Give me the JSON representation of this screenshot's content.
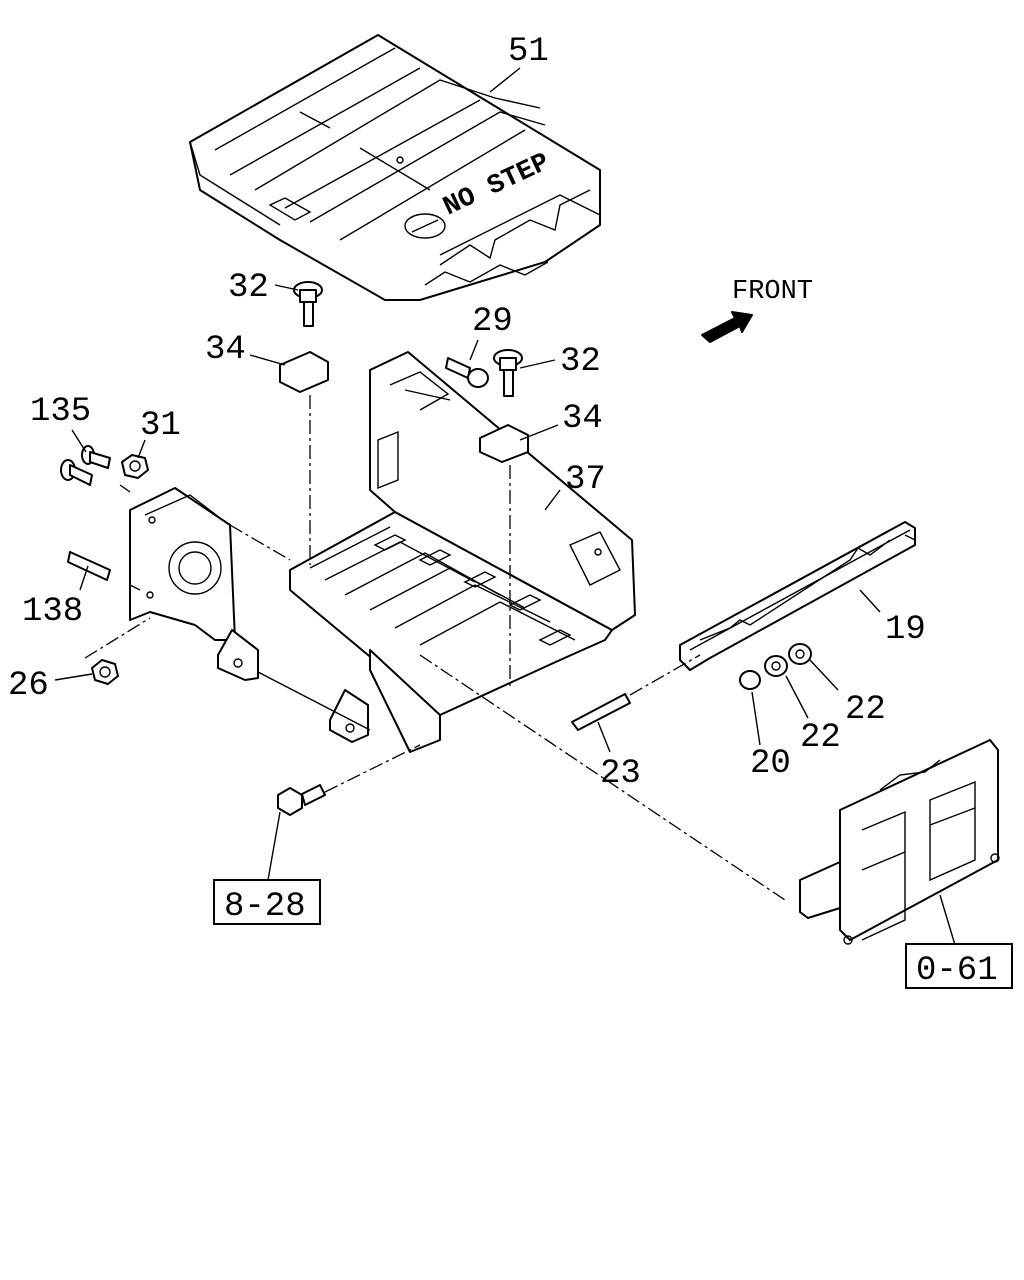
{
  "front_indicator": {
    "label": "FRONT"
  },
  "cover_marking": "NO STEP",
  "callouts": [
    {
      "id": "51",
      "label": "51"
    },
    {
      "id": "32a",
      "label": "32"
    },
    {
      "id": "34a",
      "label": "34"
    },
    {
      "id": "29",
      "label": "29"
    },
    {
      "id": "32b",
      "label": "32"
    },
    {
      "id": "34b",
      "label": "34"
    },
    {
      "id": "135",
      "label": "135"
    },
    {
      "id": "31",
      "label": "31"
    },
    {
      "id": "37",
      "label": "37"
    },
    {
      "id": "138",
      "label": "138"
    },
    {
      "id": "19",
      "label": "19"
    },
    {
      "id": "26",
      "label": "26"
    },
    {
      "id": "22a",
      "label": "22"
    },
    {
      "id": "22b",
      "label": "22"
    },
    {
      "id": "20",
      "label": "20"
    },
    {
      "id": "23",
      "label": "23"
    }
  ],
  "reference_boxes": [
    {
      "id": "ref-8-28",
      "label": "8-28"
    },
    {
      "id": "ref-0-61",
      "label": "0-61"
    }
  ]
}
